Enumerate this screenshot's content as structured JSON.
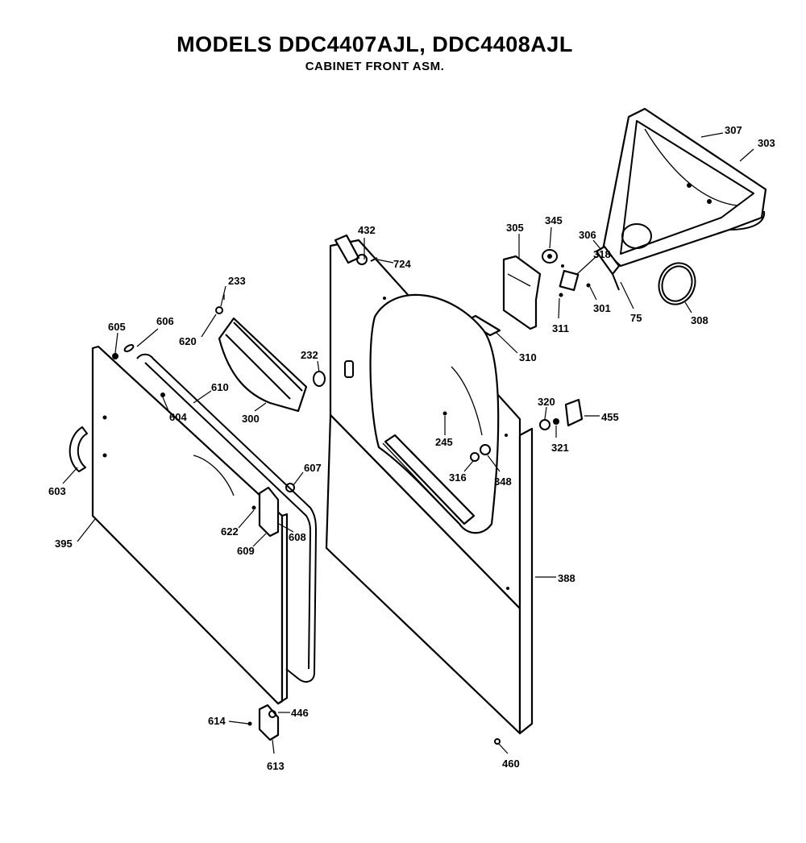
{
  "header": {
    "title": "MODELS DDC4407AJL, DDC4408AJL",
    "subtitle": "CABINET FRONT ASM."
  },
  "parts": [
    {
      "id": "307"
    },
    {
      "id": "303"
    },
    {
      "id": "432"
    },
    {
      "id": "724"
    },
    {
      "id": "305"
    },
    {
      "id": "345"
    },
    {
      "id": "306"
    },
    {
      "id": "318"
    },
    {
      "id": "311"
    },
    {
      "id": "301"
    },
    {
      "id": "75"
    },
    {
      "id": "308"
    },
    {
      "id": "310"
    },
    {
      "id": "233"
    },
    {
      "id": "620"
    },
    {
      "id": "605"
    },
    {
      "id": "606"
    },
    {
      "id": "232"
    },
    {
      "id": "300"
    },
    {
      "id": "604"
    },
    {
      "id": "610"
    },
    {
      "id": "320"
    },
    {
      "id": "455"
    },
    {
      "id": "321"
    },
    {
      "id": "245"
    },
    {
      "id": "316"
    },
    {
      "id": "348"
    },
    {
      "id": "603"
    },
    {
      "id": "607"
    },
    {
      "id": "395"
    },
    {
      "id": "622"
    },
    {
      "id": "609"
    },
    {
      "id": "608"
    },
    {
      "id": "388"
    },
    {
      "id": "614"
    },
    {
      "id": "446"
    },
    {
      "id": "613"
    },
    {
      "id": "460"
    }
  ]
}
